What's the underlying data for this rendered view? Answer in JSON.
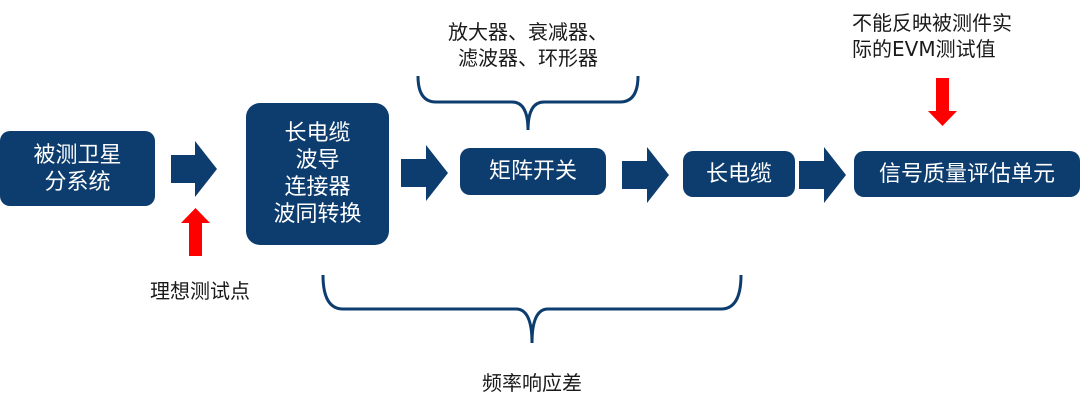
{
  "colors": {
    "box": "#0d3d6e",
    "arrow": "#0d3d6e",
    "highlight": "#ff0000",
    "text": "#1a1a1a"
  },
  "nodes": {
    "satellite_lines": [
      "被测卫星",
      "分系统"
    ],
    "cable_group_lines": [
      "长电缆",
      "波导",
      "连接器",
      "波同转换"
    ],
    "matrix_switch": "矩阵开关",
    "long_cable": "长电缆",
    "evaluation_unit": "信号质量评估单元"
  },
  "labels": {
    "components_lines": [
      "放大器、衰减器、",
      "滤波器、环形器"
    ],
    "not_reflect_lines": [
      "不能反映被测件实",
      "际的EVM测试值"
    ],
    "ideal_point": "理想测试点",
    "freq_response": "频率响应差"
  }
}
